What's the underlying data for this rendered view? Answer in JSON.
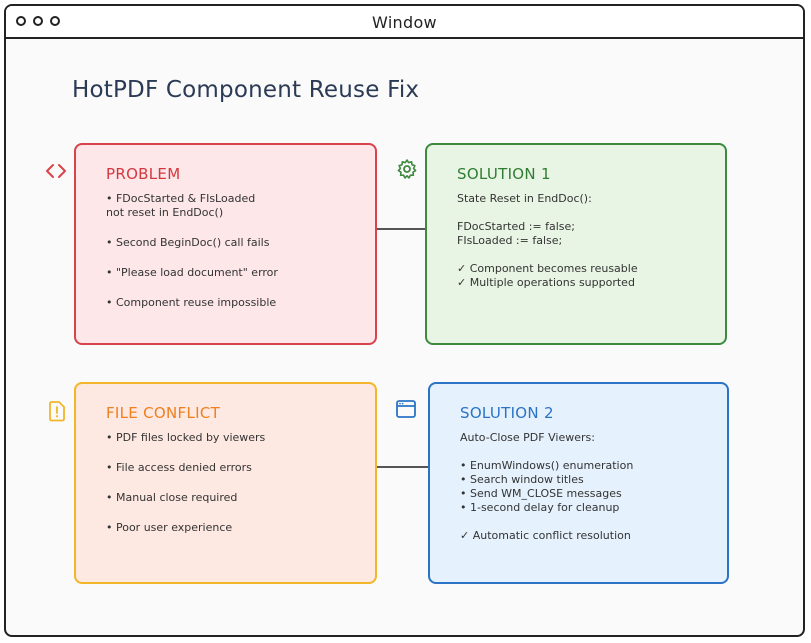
{
  "window": {
    "title": "Window"
  },
  "heading": "HotPDF Component Reuse Fix",
  "colors": {
    "problem": {
      "border": "#d9434b",
      "fill": "#fde7e9",
      "text": "#d3383f"
    },
    "solution1": {
      "border": "#3d8a3e",
      "fill": "#e9f5e4",
      "text": "#2f7d32"
    },
    "conflict": {
      "border": "#f3b529",
      "fill": "#fde8e2",
      "text": "#f07f1e"
    },
    "solution2": {
      "border": "#2a73c5",
      "fill": "#e5f1fc",
      "text": "#2a73c5"
    }
  },
  "problem": {
    "icon": "code-icon",
    "title": "PROBLEM",
    "items": [
      "• FDocStarted & FIsLoaded\n  not reset in EndDoc()",
      "• Second BeginDoc() call fails",
      "• \"Please load document\" error",
      "• Component reuse impossible"
    ]
  },
  "solution1": {
    "icon": "gear-icon",
    "title": "SOLUTION 1",
    "subtitle": "State Reset in EndDoc():",
    "code": [
      "FDocStarted := false;",
      "FIsLoaded := false;"
    ],
    "results": [
      "✓ Component becomes reusable",
      "✓ Multiple operations supported"
    ]
  },
  "conflict": {
    "icon": "warning-file-icon",
    "title": "FILE CONFLICT",
    "items": [
      "• PDF files locked by viewers",
      "• File access denied errors",
      "• Manual close required",
      "• Poor user experience"
    ]
  },
  "solution2": {
    "icon": "window-icon",
    "title": "SOLUTION 2",
    "subtitle": "Auto-Close PDF Viewers:",
    "steps": [
      "• EnumWindows() enumeration",
      "• Search window titles",
      "• Send WM_CLOSE messages",
      "• 1-second delay for cleanup"
    ],
    "result": "✓ Automatic conflict resolution"
  }
}
